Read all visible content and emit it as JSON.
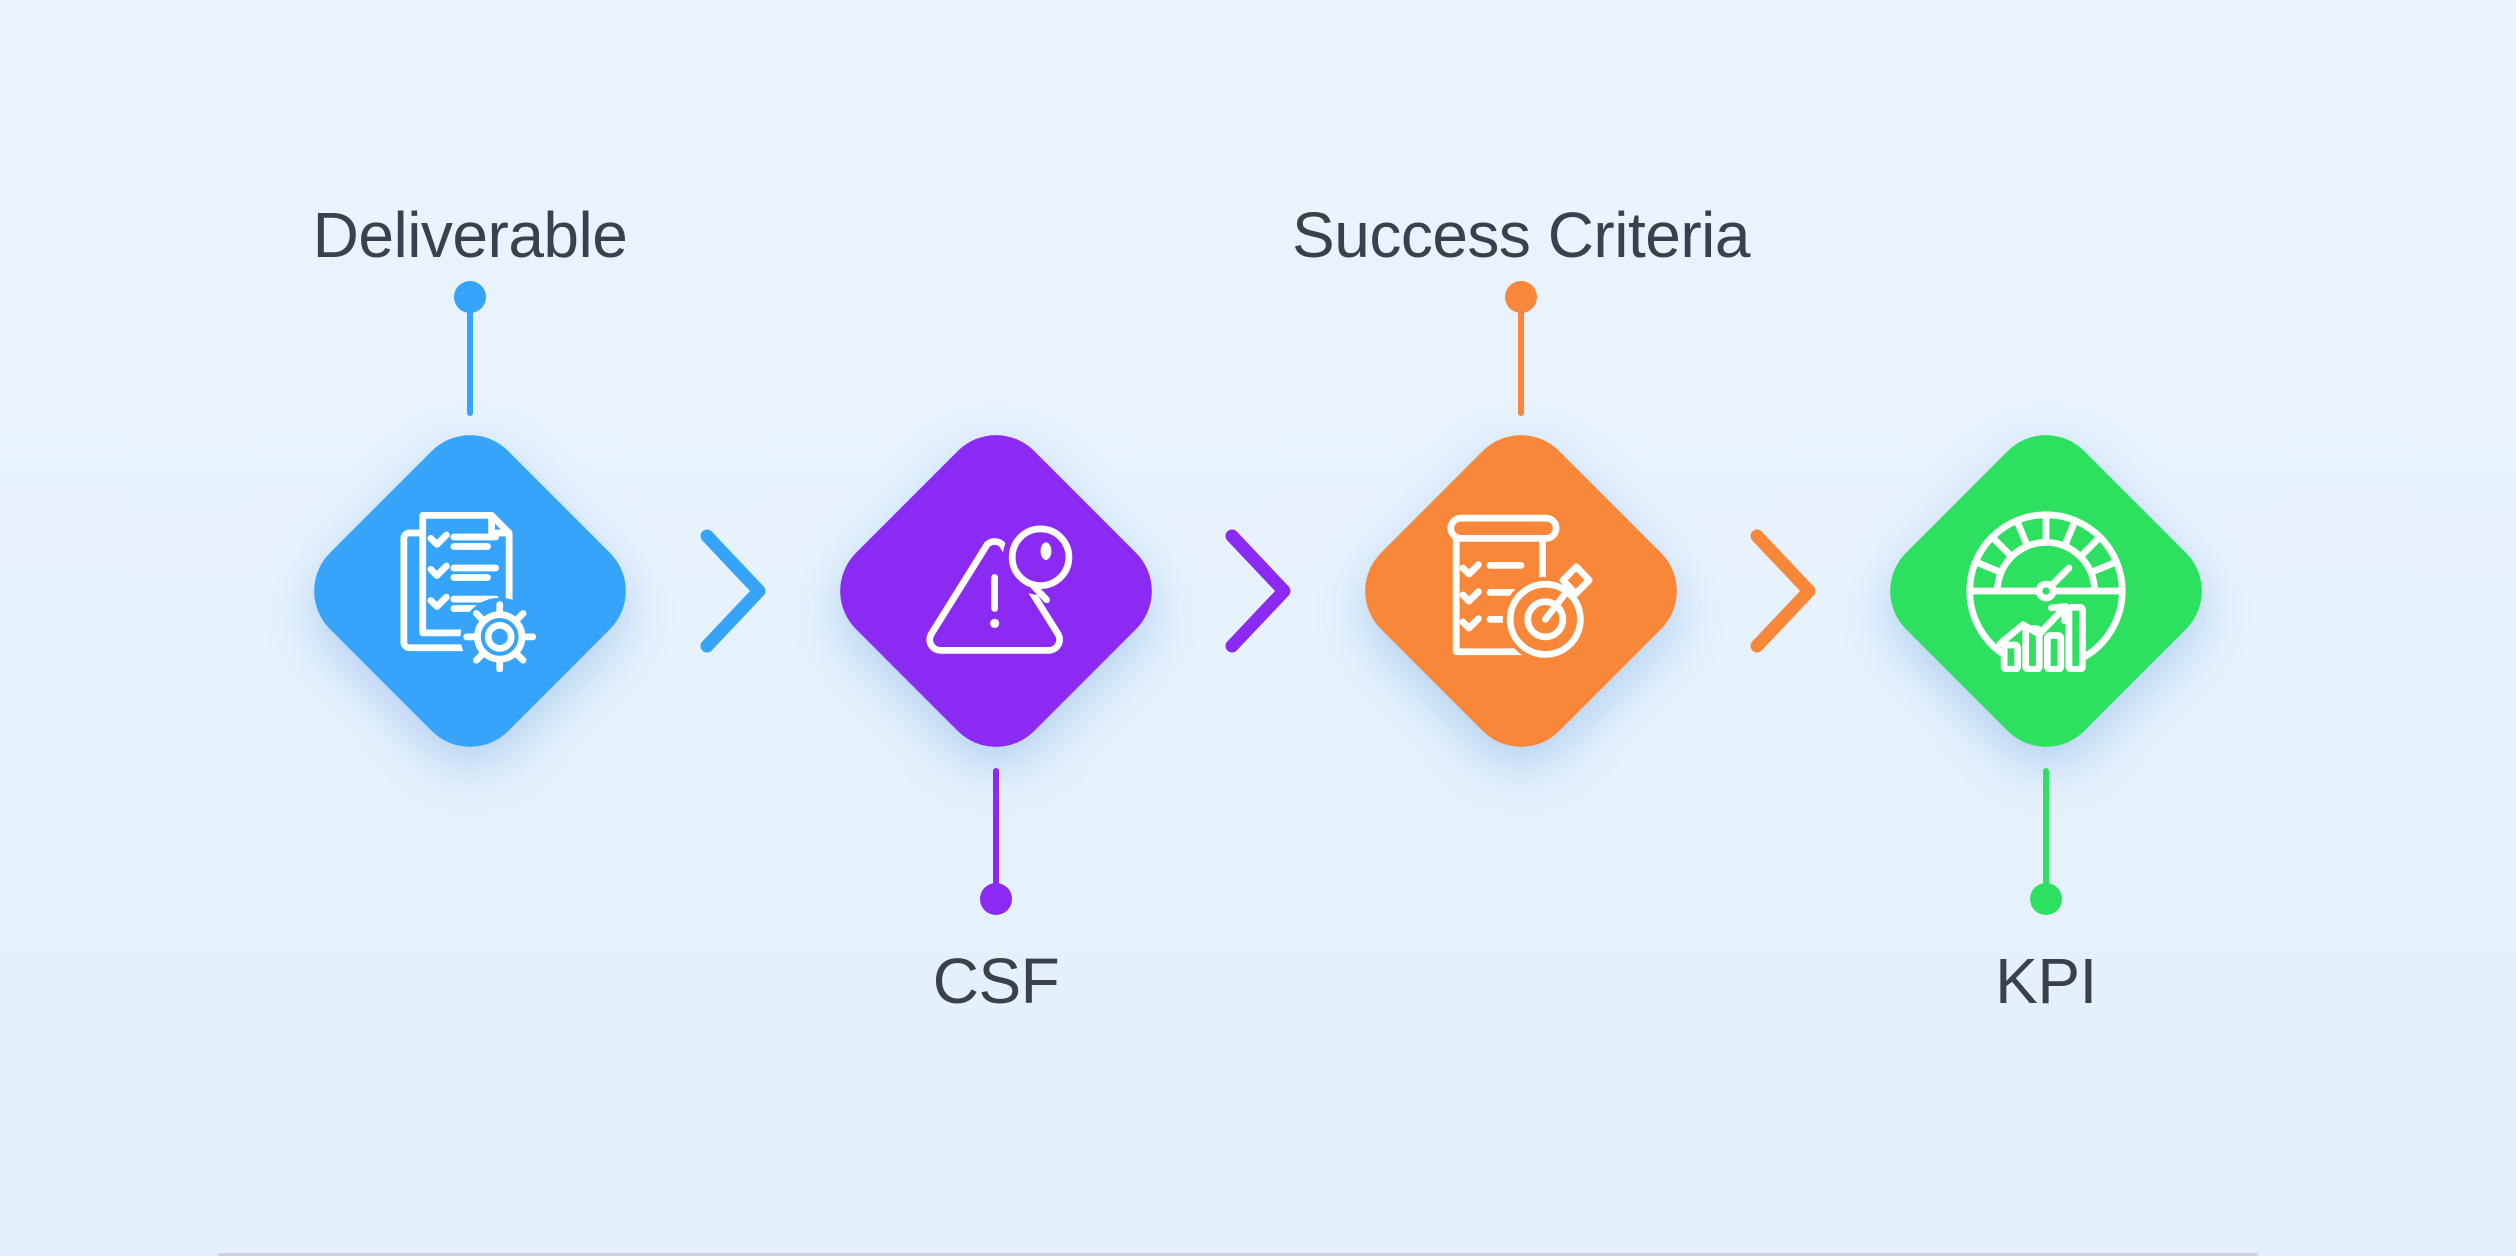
{
  "page": {
    "background": "#e7f2fd",
    "divider_color": "#ccd3da",
    "label_text_color": "#3a414b"
  },
  "stages": [
    {
      "id": "deliverable",
      "label": "Deliverable",
      "color": "#37a4fb",
      "icon": "checklist-gear-icon",
      "label_position": "top"
    },
    {
      "id": "csf",
      "label": "CSF",
      "color": "#8b2af3",
      "icon": "warning-magnifier-icon",
      "label_position": "bottom"
    },
    {
      "id": "success-criteria",
      "label": "Success Criteria",
      "color": "#f8873a",
      "icon": "checklist-target-icon",
      "label_position": "top"
    },
    {
      "id": "kpi",
      "label": "KPI",
      "color": "#2ee05f",
      "icon": "gauge-bar-chart-icon",
      "label_position": "bottom"
    }
  ],
  "chevrons": [
    {
      "color": "#37a4fb"
    },
    {
      "color": "#8b2af3"
    },
    {
      "color": "#f8873a"
    }
  ]
}
